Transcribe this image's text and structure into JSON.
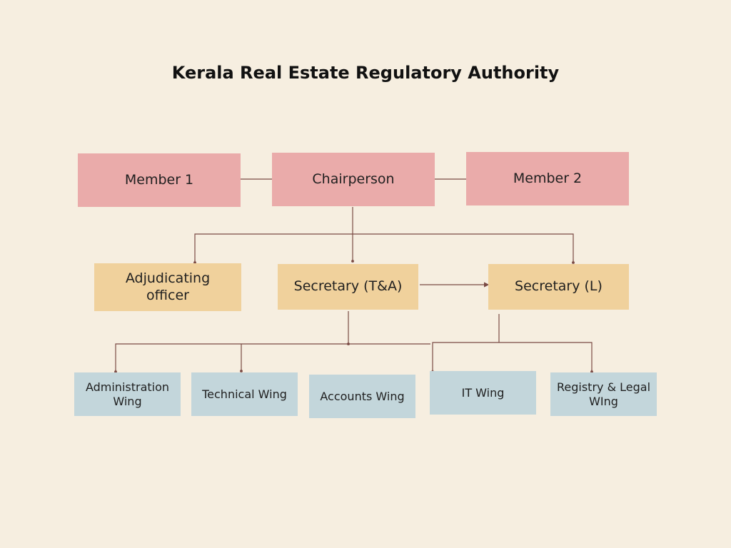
{
  "title": "Kerala Real Estate Regulatory Authority",
  "colors": {
    "background": "#f6eee0",
    "leadership": "#eaabaa",
    "officers": "#f0d19c",
    "wings": "#c3d6db",
    "connector": "#7a4a44"
  },
  "nodes": {
    "member1": "Member 1",
    "chairperson": "Chairperson",
    "member2": "Member 2",
    "adjudicating": "Adjudicating officer",
    "secretary_ta": "Secretary (T&A)",
    "secretary_l": "Secretary (L)",
    "administration": "Administration Wing",
    "technical": "Technical Wing",
    "accounts": "Accounts Wing",
    "it": "IT Wing",
    "registry": "Registry & Legal WIng"
  }
}
